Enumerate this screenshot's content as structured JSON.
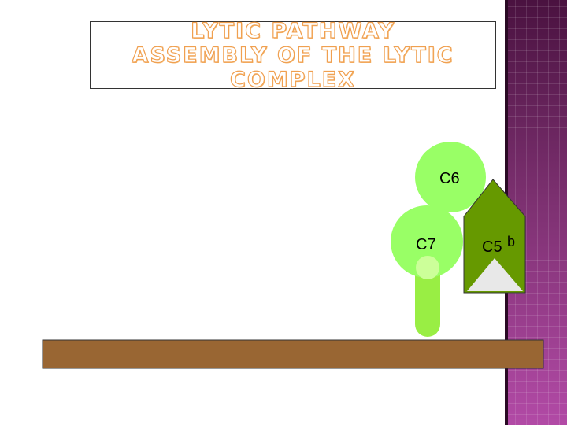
{
  "title": {
    "line1": "LYTIC PATHWAY",
    "line2": "ASSEMBLY OF THE LYTIC",
    "line3": "COMPLEX"
  },
  "diagram": {
    "c6_label": "C6",
    "c7_label": "C7",
    "c5b_label": "C5",
    "c5b_subscript": "b"
  },
  "colors": {
    "c6_fill": "#99ff66",
    "c7_fill": "#99ff66",
    "c7_inner": "#ccff99",
    "c7_stalk": "#99ee44",
    "c5b_fill": "#669900",
    "c5b_notch": "#e8e8e8",
    "membrane": "#996633",
    "sidebar": "#6a2a5e"
  }
}
